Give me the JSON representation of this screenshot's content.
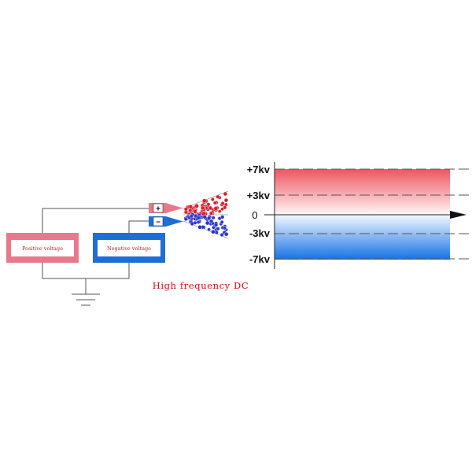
{
  "circuit": {
    "positive_supply_label": "Positive voltage",
    "negative_supply_label": "Negative voltage",
    "plus_symbol": "+",
    "minus_symbol": "−",
    "caption": "High frequency DC"
  },
  "colors": {
    "positive_pink": "#e8798c",
    "negative_blue": "#1f6ed8",
    "positive_particle": "#d8202c",
    "negative_particle": "#2a35c8",
    "caption_red": "#d01010",
    "wire": "#555555"
  },
  "scale": {
    "levels": [
      {
        "label": "+7kv"
      },
      {
        "label": "+3kv"
      },
      {
        "label": "0"
      },
      {
        "label": "-3kv"
      },
      {
        "label": "-7kv"
      }
    ]
  }
}
